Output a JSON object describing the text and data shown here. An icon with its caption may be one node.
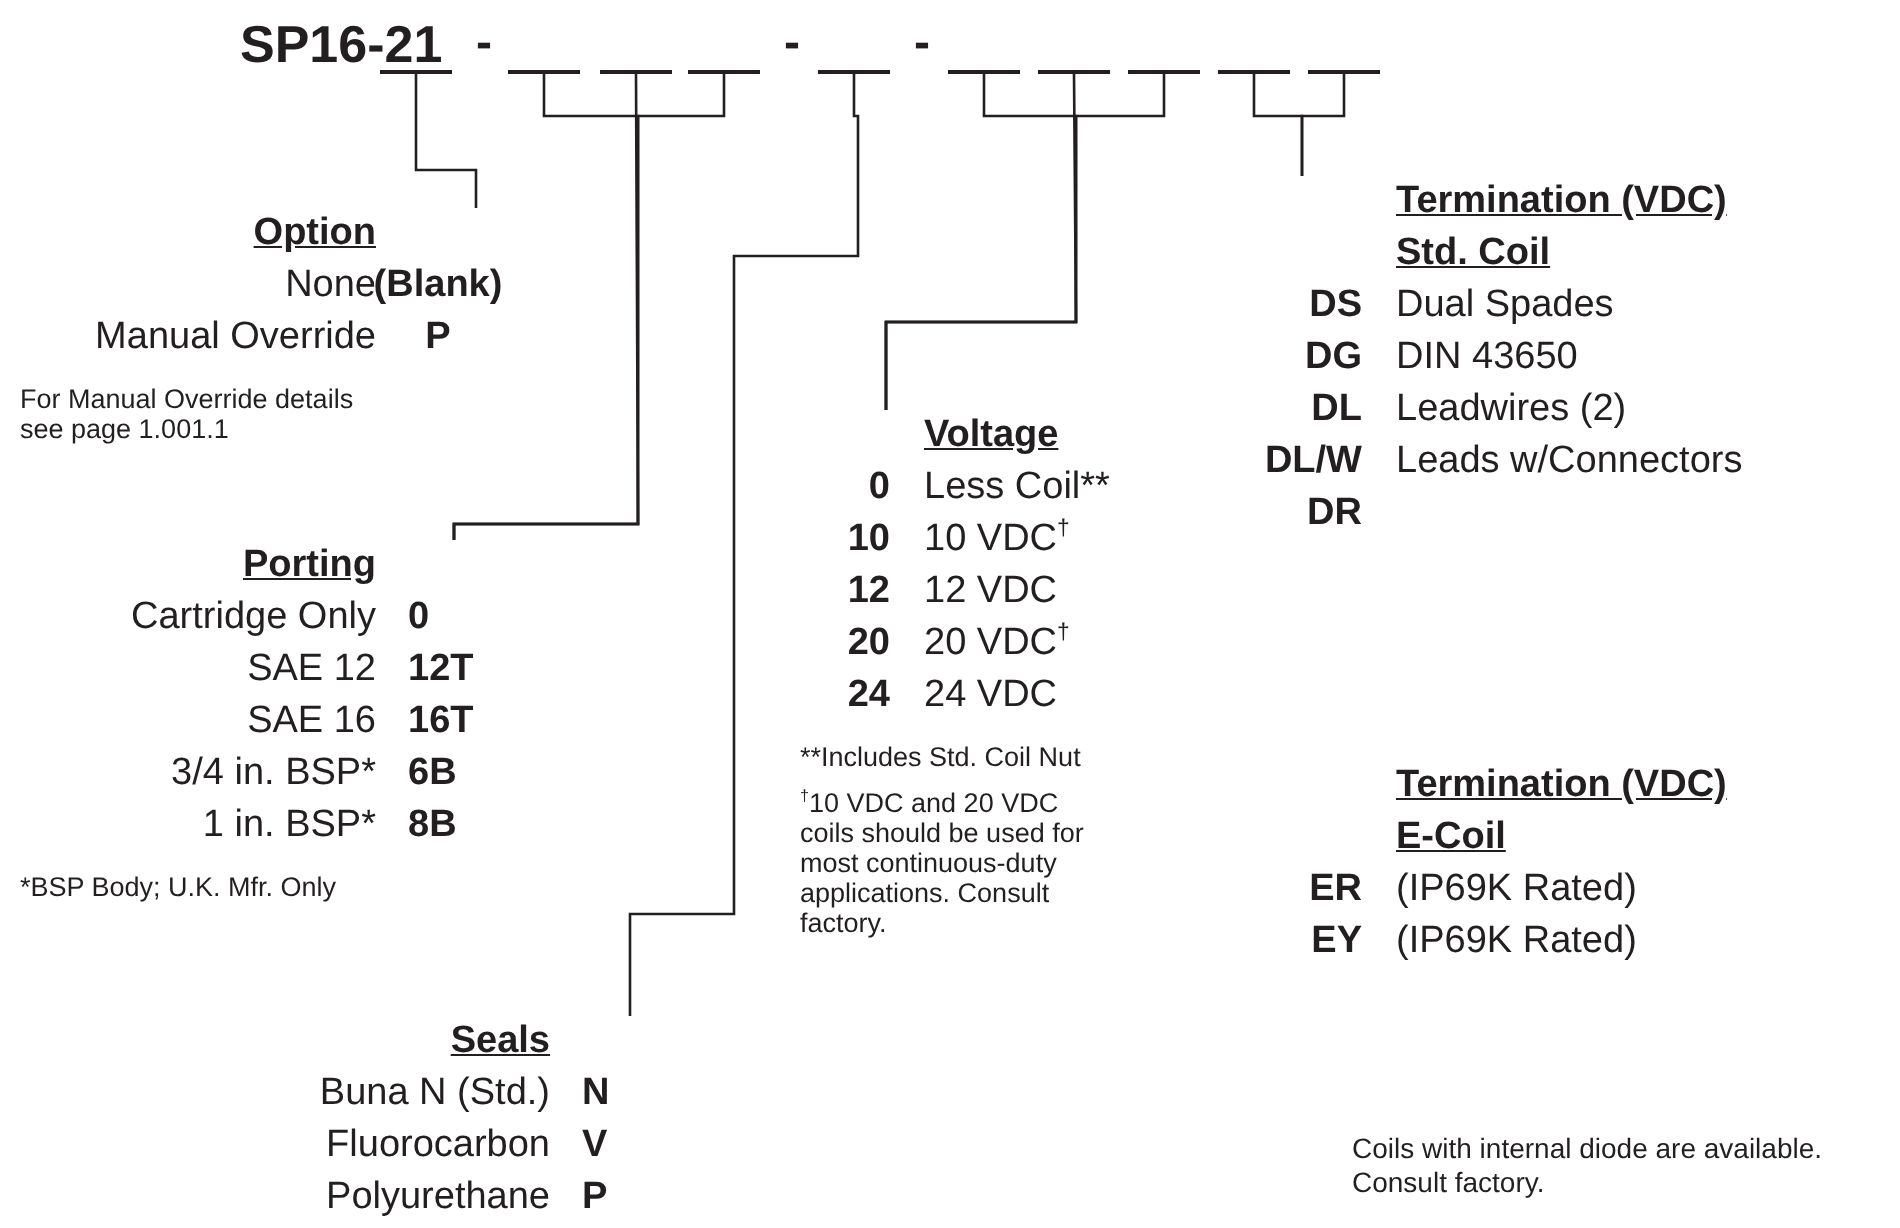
{
  "diagram": {
    "title": "SP16-21",
    "nodes": [
      {
        "text": [],
        "shape": "bar"
      },
      {
        "text": [],
        "shape": "bar"
      },
      {
        "text": [],
        "shape": "bar"
      },
      {
        "text": [],
        "shape": "bar"
      },
      {
        "text": [],
        "shape": "bar"
      },
      {
        "text": [],
        "shape": "bar"
      },
      {
        "text": [],
        "shape": "bar"
      },
      {
        "text": [],
        "shape": "bar"
      },
      {
        "text": [],
        "shape": "bar"
      },
      {
        "text": [],
        "shape": "bar"
      },
      {
        "text": [
          "Option",
          "None",
          "(Blank)",
          "Manual Override",
          "P",
          "For Manual Override details see page 1.001.1"
        ]
      },
      {
        "text": [
          "Termination (VDC)",
          "Std. Coil",
          "DS",
          "Dual Spades",
          "DG",
          "DIN 43650",
          "DL",
          "Leadwires (2)",
          "DL/W",
          "Leads w/Connectors",
          "DR"
        ]
      },
      {
        "text": [
          "Voltage",
          "0",
          "Less Coil**",
          "10",
          "10 VDC$^{†}$",
          "12",
          "12 VDC",
          "20",
          "20 VDC$^{†}$",
          "24",
          "24 VDC",
          "**Includes Std. Coil Nut",
          "$^{†}$10 VDC and 20 VDC coils should be used for most continuous-duty applications. Consult factory."
        ]
      },
      {
        "text": [
          "Porting",
          "Cartridge Only",
          "0",
          "SAE 12",
          "12T",
          "SAE 16",
          "16T",
          "3/4 in. BSP*",
          "6B",
          "1 in. BSP*",
          "8B",
          "*BSP Body; U.K. Mfr. Only"
        ]
      },
      {
        "text": [
          "Termination (VDC)",
          "E-Coil",
          "ER",
          "(IP69K Rated)",
          "EY",
          "(IP69K Rated)"
        ]
      },
      {
        "text": [
          "Seals",
          "Buna N (Std.)",
          "N",
          "Fluorocarbon",
          "V",
          "Polyurethane",
          "P"
        ]
      }
    ],
    "edges": [
      {
        "from": 0,
        "to": 10,
        "arrow": "none"
      },
      {
        "from": 1,
        "to": 13,
        "arrow": "none"
      },
      {
        "from": 2,
        "to": 13,
        "arrow": "none"
      },
      {
        "from": 3,
        "to": 13,
        "arrow": "none"
      },
      {
        "from": 4,
        "to": 15,
        "arrow": "none"
      },
      {
        "from": 5,
        "to": 12,
        "arrow": "none"
      },
      {
        "from": 6,
        "to": 12,
        "arrow": "none"
      },
      {
        "from": 7,
        "to": 12,
        "arrow": "none"
      },
      {
        "from": 8,
        "to": 11,
        "arrow": "none"
      },
      {
        "from": 9,
        "to": 11,
        "arrow": "none"
      }
    ],
    "labels": [
      "-",
      "-",
      "-",
      "Coils with internal diode are available. Consult factory."
    ]
  }
}
